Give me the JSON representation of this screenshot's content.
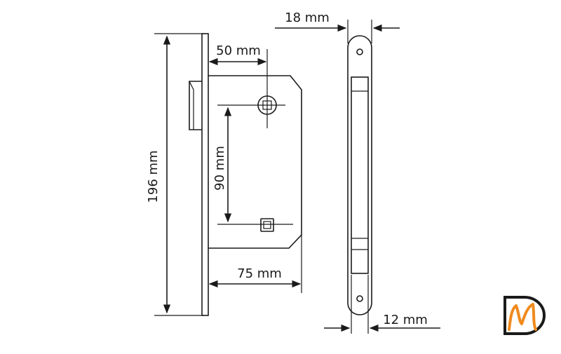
{
  "dimensions": {
    "height_total": "196 mm",
    "backset": "50 mm",
    "handle_to_key_spacing": "90 mm",
    "body_depth": "75 mm",
    "faceplate_width": "18 mm",
    "body_thickness": "12 mm"
  },
  "logo": {
    "letters": "DM",
    "accent_color": "#f08a1c",
    "ink_color": "#1a1a1a"
  }
}
